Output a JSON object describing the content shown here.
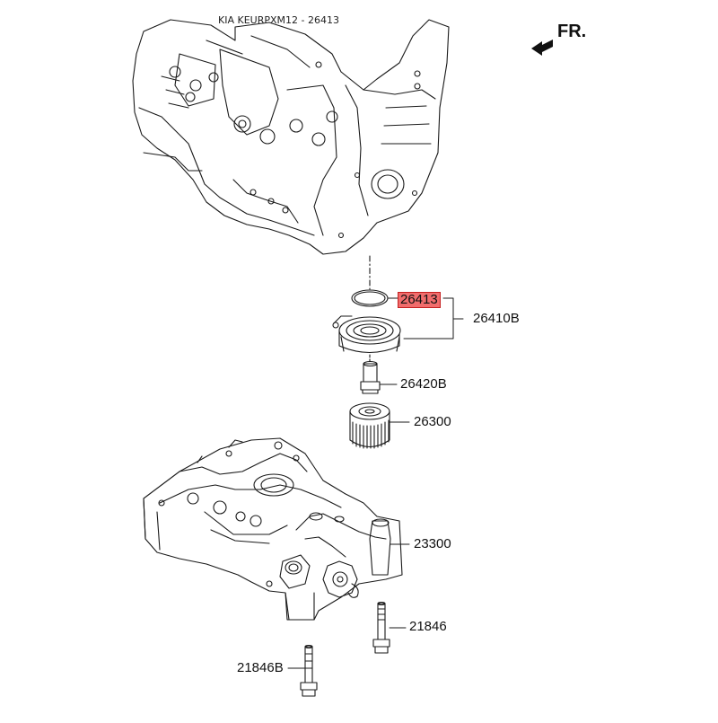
{
  "header": {
    "title": "KIA KEURPXM12 - 26413"
  },
  "orientation": {
    "label": "FR."
  },
  "parts": {
    "p26413": "26413",
    "p26410B": "26410B",
    "p26420B": "26420B",
    "p26300": "26300",
    "p23300": "23300",
    "p21846": "21846",
    "p21846B": "21846B"
  },
  "colors": {
    "highlight_fill": "#f16d6d",
    "highlight_border": "#c52020",
    "line": "#1a1a1a"
  },
  "icons": {
    "orientation_arrow": "front-arrow-icon"
  }
}
